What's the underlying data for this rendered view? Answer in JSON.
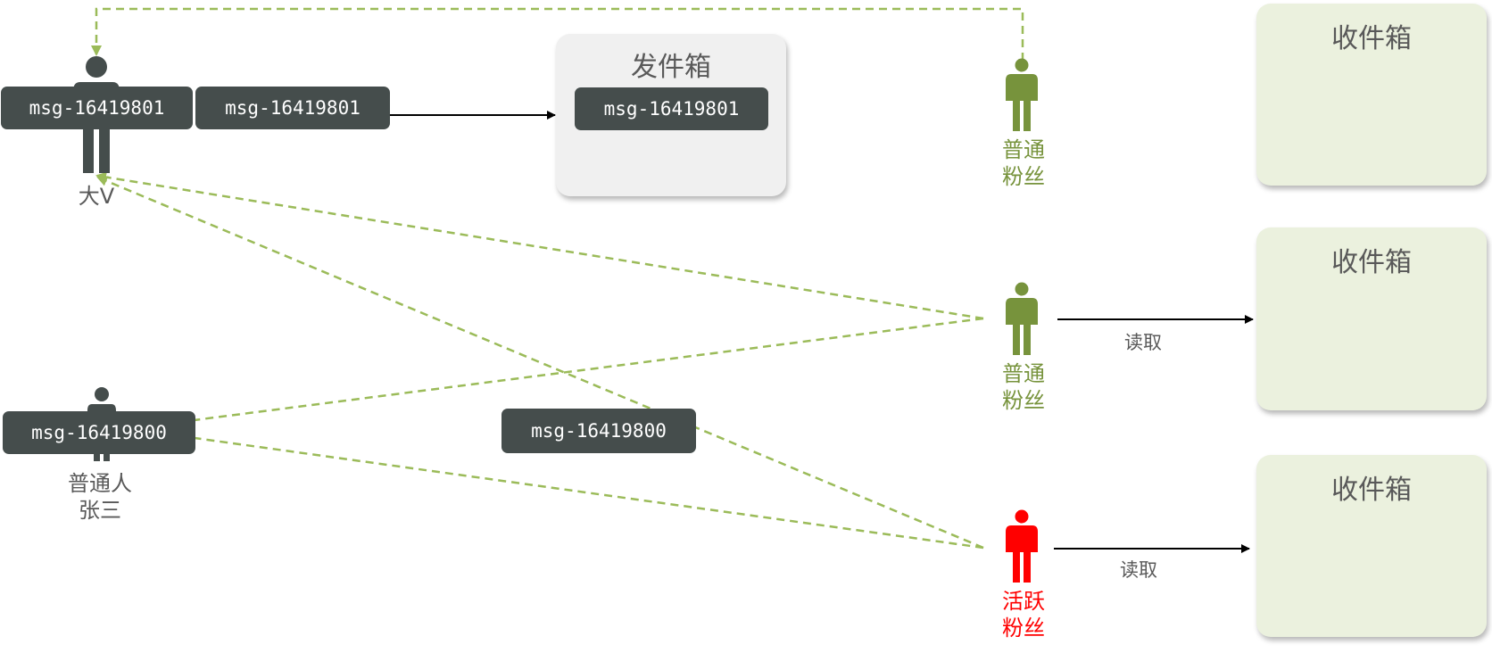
{
  "colors": {
    "dark_gray": "#454d4c",
    "green": "#77933c",
    "dashed_green": "#9bbb59",
    "red": "#ff0000",
    "outbox_bg": "#f0f0f0",
    "inbox_bg": "#ebf1de"
  },
  "big_v": {
    "label": "大V",
    "messages": [
      "msg-16419801",
      "msg-16419801"
    ]
  },
  "outbox": {
    "title": "发件箱",
    "message": "msg-16419801"
  },
  "normal_person": {
    "label_line1": "普通人",
    "label_line2": "张三",
    "message": "msg-16419800"
  },
  "floating_message": "msg-16419800",
  "followers": [
    {
      "label_line1": "普通",
      "label_line2": "粉丝",
      "type": "normal"
    },
    {
      "label_line1": "普通",
      "label_line2": "粉丝",
      "type": "normal"
    },
    {
      "label_line1": "活跃",
      "label_line2": "粉丝",
      "type": "active"
    }
  ],
  "inboxes": [
    {
      "title": "收件箱"
    },
    {
      "title": "收件箱"
    },
    {
      "title": "收件箱"
    }
  ],
  "read_labels": [
    "读取",
    "读取"
  ]
}
